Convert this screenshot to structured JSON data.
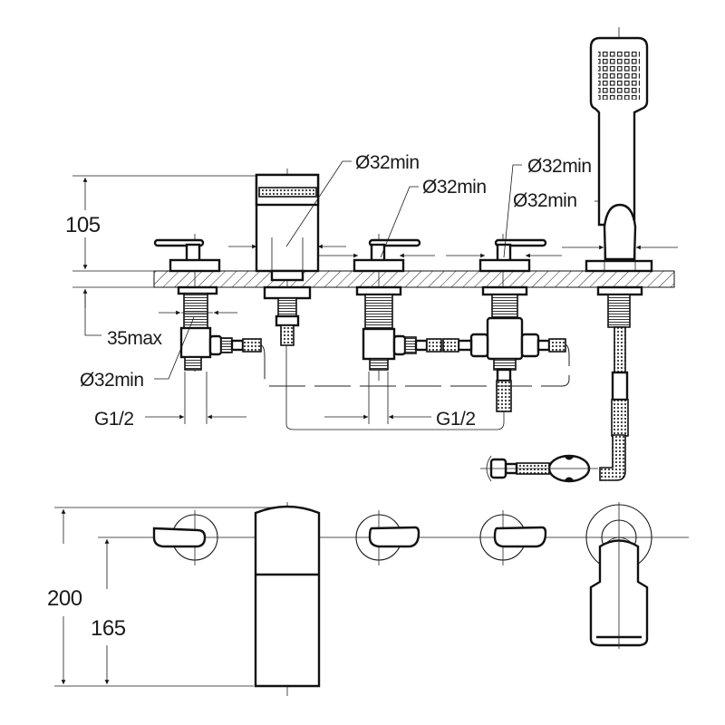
{
  "drawing": {
    "title": "Deck-mounted bath mixer set dimension drawing",
    "line_color": "#1a1a1a",
    "background": "#ffffff"
  },
  "front_view": {
    "dim_height_above_deck": "105",
    "dim_deck_thickness_max": "35max",
    "hole_labels": [
      "Ø32min",
      "Ø32min",
      "Ø32min",
      "Ø32min"
    ],
    "hole_label_left": "Ø32min",
    "thread_label_left": "G1/2",
    "thread_label_center": "G1/2"
  },
  "top_view": {
    "dim_spout_projection": "200",
    "dim_handle_projection": "165"
  },
  "icons": {
    "hand_shower": "hand-shower-icon",
    "spout": "spout-icon",
    "lever_handle": "lever-handle-icon",
    "hose": "hose-icon",
    "diverter": "diverter-icon"
  }
}
